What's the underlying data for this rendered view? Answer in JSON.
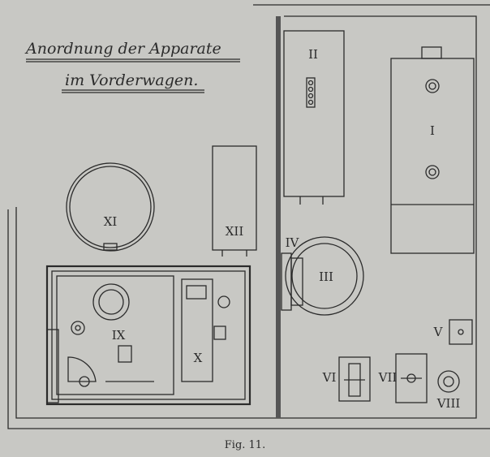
{
  "title_line1": "Anordnung der Apparate",
  "title_line2": "im Vorderwagen.",
  "caption": "Fig. 11.",
  "labels": {
    "I": "I",
    "II": "II",
    "III": "III",
    "IV": "IV",
    "V": "V",
    "VI": "VI",
    "VII": "VII",
    "VIII": "VIII",
    "IX": "IX",
    "X": "X",
    "XI": "XI",
    "XII": "XII"
  }
}
